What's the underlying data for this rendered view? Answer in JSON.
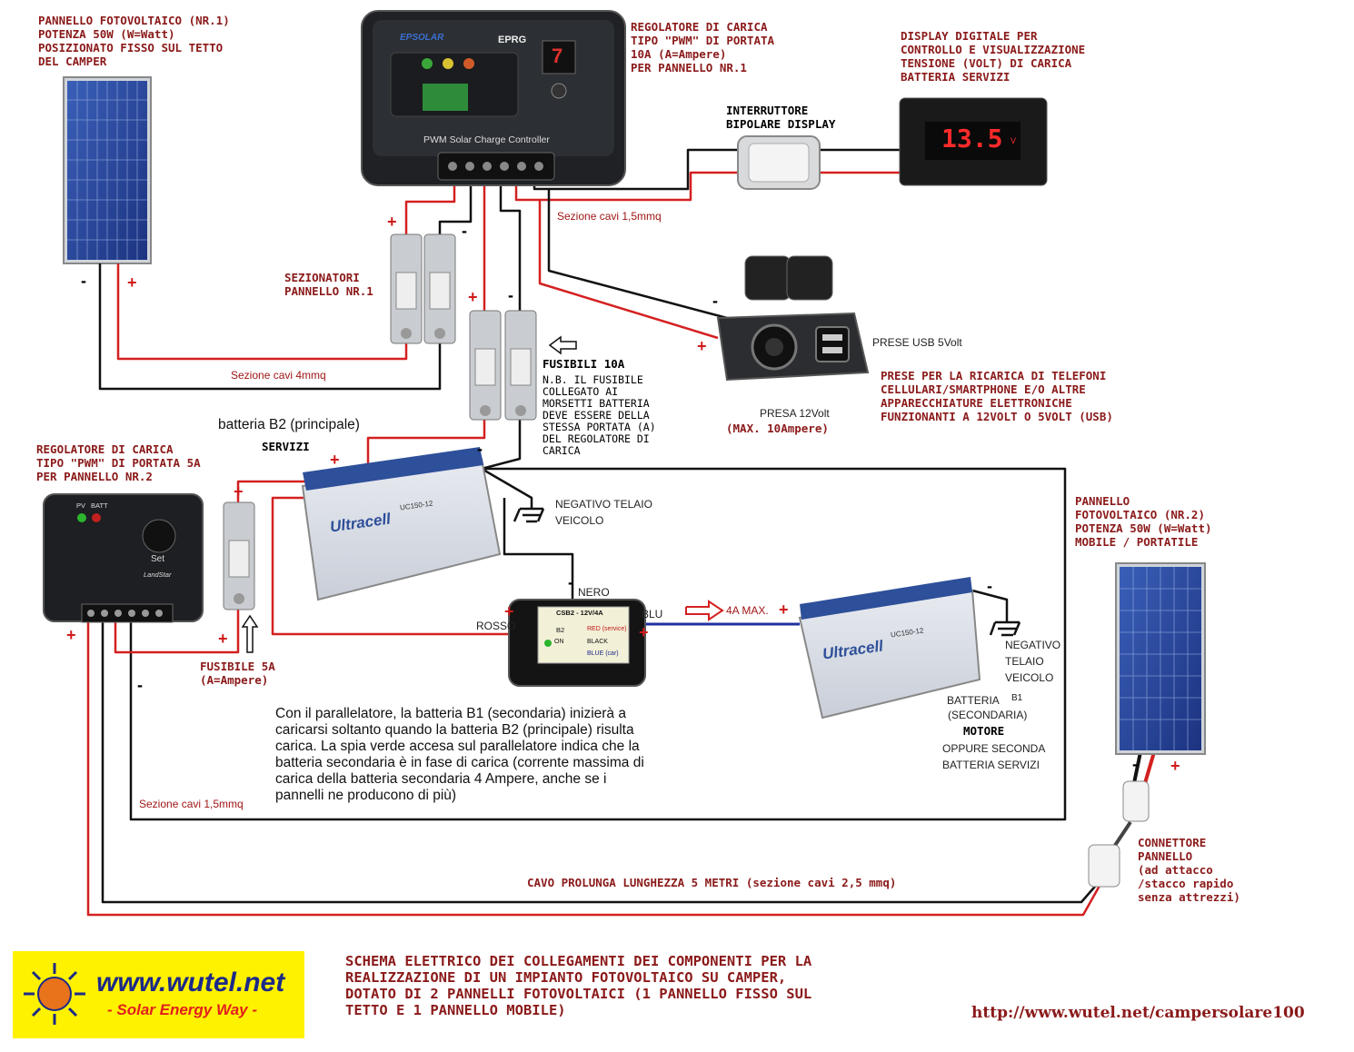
{
  "labels": {
    "panel1": "PANNELLO FOTOVOLTAICO (NR.1)\nPOTENZA 50W (W=Watt)\nPOSIZIONATO FISSO SUL TETTO\nDEL CAMPER",
    "reg1": "REGOLATORE DI CARICA\nTIPO \"PWM\" DI PORTATA\n10A (A=Ampere)\nPER PANNELLO NR.1",
    "display": "DISPLAY DIGITALE PER\nCONTROLLO E VISUALIZZAZIONE\nTENSIONE (VOLT) DI CARICA\nBATTERIA SERVIZI",
    "switch": "INTERRUTTORE\nBIPOLARE DISPLAY",
    "sect1": "SEZIONATORI\nPANNELLO NR.1",
    "fuse10": "FUSIBILI 10A",
    "fuse10_note": "N.B. IL FUSIBILE\nCOLLEGATO AI\nMORSETTI BATTERIA\nDEVE ESSERE DELLA\nSTESSA PORTATA (A)\nDEL REGOLATORE DI\nCARICA",
    "cable15_top": "Sezione cavi 1,5mmq",
    "cable4": "Sezione cavi 4mmq",
    "usb": "PRESE USB 5Volt",
    "sockets": "PRESE PER LA RICARICA DI TELEFONI\nCELLULARI/SMARTPHONE E/O ALTRE\nAPPARECCHIATURE ELETTRONICHE\nFUNZIONANTI A 12VOLT O 5VOLT (USB)",
    "socket12": "PRESA 12Volt",
    "socket12_max": "(MAX. 10Ampere)",
    "batt_b2": "batteria B2 (principale)",
    "servizi": "SERVIZI",
    "reg2": "REGOLATORE DI CARICA\nTIPO \"PWM\" DI PORTATA 5A\nPER PANNELLO NR.2",
    "ground1": "NEGATIVO TELAIO\nVEICOLO",
    "ground2": "NEGATIVO\nTELAIO\nVEICOLO",
    "nero": "NERO",
    "rosso": "ROSSO",
    "blu": "BLU",
    "max4a": "4A MAX.",
    "fuse5": "FUSIBILE 5A\n(A=Ampere)",
    "batt_b1": "BATTERIA",
    "batt_b1_sub": "B1",
    "secondaria": "(SECONDARIA)",
    "motore": "MOTORE",
    "oppure": "OPPURE SECONDA\nBATTERIA SERVIZI",
    "paragraph": "Con il parallelatore, la batteria B1 (secondaria) inizierà a\ncaricarsi soltanto quando la batteria B2 (principale) risulta\ncarica. La spia verde accesa sul parallelatore indica che la\nbatteria secondaria è in fase di carica (corrente massima di\ncarica della batteria secondaria 4 Ampere, anche se i\npannelli ne producono di più)",
    "cable15_bottom": "Sezione cavi 1,5mmq",
    "panel2": "PANNELLO\nFOTOVOLTAICO (NR.2)\nPOTENZA 50W (W=Watt)\nMOBILE / PORTATILE",
    "connector": "CONNETTORE\nPANNELLO\n(ad attacco\n/stacco rapido\nsenza attrezzi)",
    "extension": "CAVO PROLUNGA LUNGHEZZA 5 METRI (sezione cavi 2,5 mmq)",
    "title": "SCHEMA ELETTRICO DEI COLLEGAMENTI DEI COMPONENTI PER LA\nREALIZZAZIONE DI UN IMPIANTO FOTOVOLTAICO SU CAMPER,\nDOTATO DI 2 PANNELLI FOTOVOLTAICI (1 PANNELLO FISSO SUL\nTETTO E 1 PANNELLO MOBILE)",
    "url": "http://www.wutel.net/campersolare100"
  },
  "logo": {
    "site": "www.wutel.net",
    "tagline": "- Solar Energy Way -"
  },
  "devices": {
    "reg1_brand": "EPSOLAR",
    "reg1_model": "EPRG",
    "reg1_caption": "PWM Solar Charge Controller",
    "reg1_digit": "7",
    "display_value": "13.5",
    "display_unit": "V",
    "battery_brand": "Ultracell",
    "battery_model": "UC150-12",
    "parallel_model": "CSB2 - 12V/4A",
    "parallel_b2": "B2",
    "parallel_red": "RED (service)",
    "parallel_black": "BLACK",
    "parallel_blue": "BLUE (car)",
    "parallel_on": "ON",
    "reg2_pv": "PV",
    "reg2_batt": "BATT",
    "reg2_set": "Set",
    "reg2_brand": "LandStar"
  },
  "colors": {
    "label": "#8b1a1a",
    "wire_pos": "#d42020",
    "wire_neg": "#111111",
    "wire_blue": "#2030a0",
    "logo_bg": "#fff200"
  }
}
